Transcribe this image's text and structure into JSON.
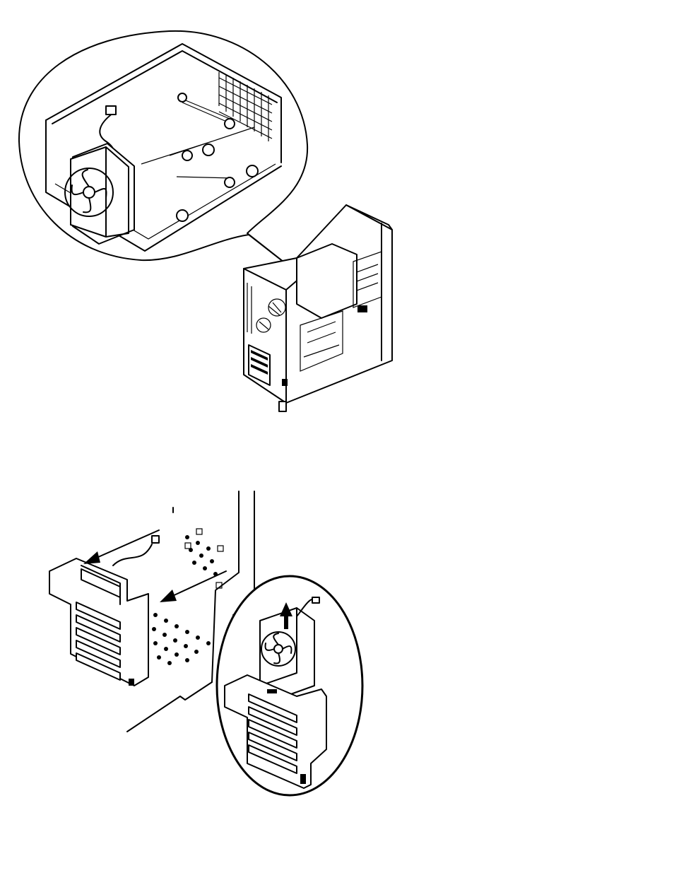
{
  "figures": [
    {
      "id": "fan-duct-installed",
      "icon": "fan-duct-detail-illustration"
    },
    {
      "id": "fan-bracket-removal",
      "icon": "fan-bracket-removal-illustration"
    }
  ],
  "colors": {
    "line": "#000000",
    "background": "#ffffff"
  }
}
